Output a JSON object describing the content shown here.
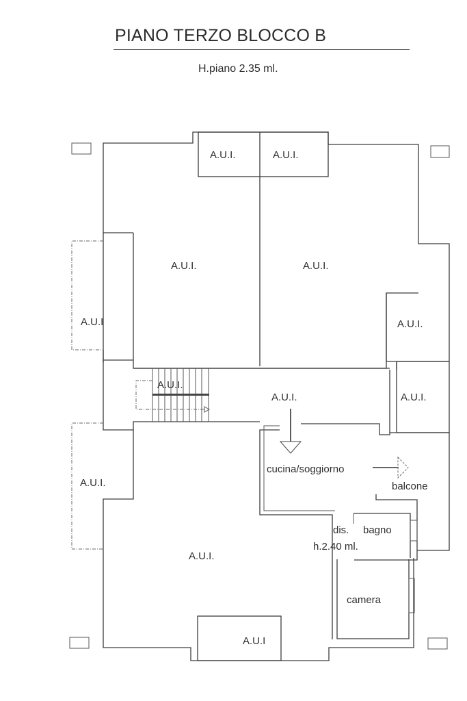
{
  "header": {
    "title": "PIANO TERZO BLOCCO B",
    "subtitle": "H.piano 2.35 ml."
  },
  "plan": {
    "units": [
      {
        "id": "aui-top-small-left",
        "label": "A.U.I."
      },
      {
        "id": "aui-top-small-right",
        "label": "A.U.I."
      },
      {
        "id": "aui-upper-left-large",
        "label": "A.U.I."
      },
      {
        "id": "aui-upper-right-large",
        "label": "A.U.I."
      },
      {
        "id": "aui-left-wing-upper",
        "label": "A.U.I"
      },
      {
        "id": "aui-right-wing-upper",
        "label": "A.U.I."
      },
      {
        "id": "aui-stairwell",
        "label": "A.U.I."
      },
      {
        "id": "aui-landing",
        "label": "A.U.I."
      },
      {
        "id": "aui-right-wing-middle",
        "label": "A.U.I."
      },
      {
        "id": "aui-left-wing-lower",
        "label": "A.U.I."
      },
      {
        "id": "aui-lower-left-large",
        "label": "A.U.I."
      },
      {
        "id": "aui-bottom-small",
        "label": "A.U.I"
      }
    ],
    "apartment": {
      "rooms": [
        {
          "id": "cucina-soggiorno",
          "label": "cucina/soggiorno"
        },
        {
          "id": "balcone",
          "label": "balcone"
        },
        {
          "id": "disimpegno",
          "label": "dis."
        },
        {
          "id": "bagno",
          "label": "bagno"
        },
        {
          "id": "camera",
          "label": "camera"
        }
      ],
      "height_note": "h.2.40 ml."
    }
  },
  "icons": {
    "entrance_arrow": "arrow-down-icon",
    "balcony_arrow": "arrow-right-icon",
    "stair_arrow": "arrow-right-icon"
  }
}
